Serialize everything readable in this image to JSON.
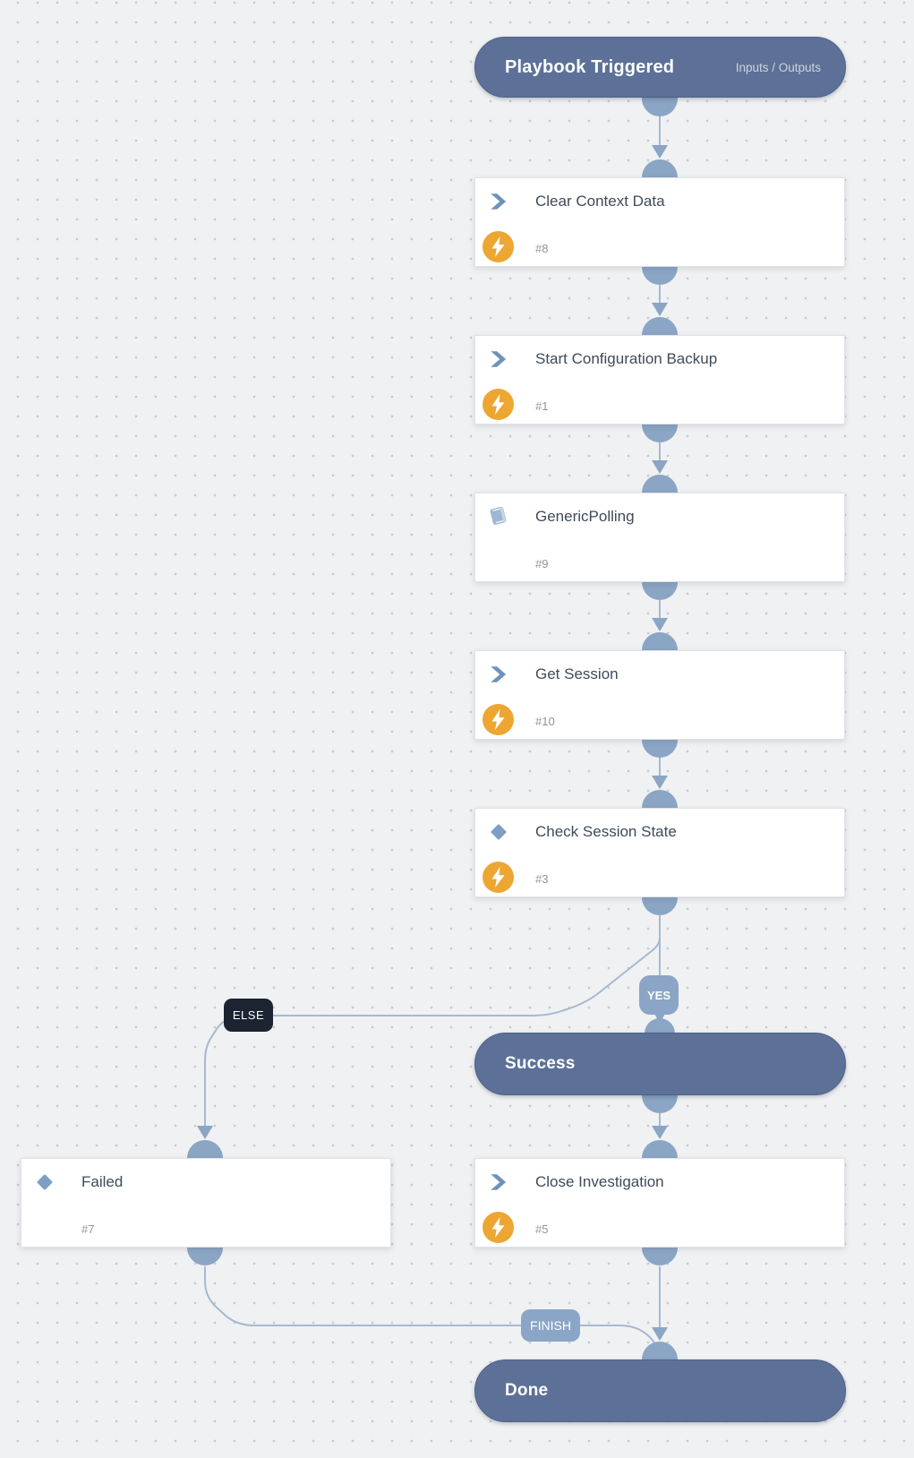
{
  "header": {
    "title": "Playbook Triggered",
    "right_label": "Inputs / Outputs"
  },
  "tasks": {
    "clear_context": {
      "title": "Clear Context Data",
      "num": "#8",
      "icon": "chevron-right-icon",
      "bolt": true
    },
    "start_backup": {
      "title": "Start Configuration Backup",
      "num": "#1",
      "icon": "chevron-right-icon",
      "bolt": true
    },
    "generic_polling": {
      "title": "GenericPolling",
      "num": "#9",
      "icon": "book-icon",
      "bolt": false
    },
    "get_session": {
      "title": "Get Session",
      "num": "#10",
      "icon": "chevron-right-icon",
      "bolt": true
    },
    "check_session": {
      "title": "Check Session State",
      "num": "#3",
      "icon": "diamond-icon",
      "bolt": true
    },
    "failed": {
      "title": "Failed",
      "num": "#7",
      "icon": "diamond-icon",
      "bolt": false
    },
    "close_investigation": {
      "title": "Close Investigation",
      "num": "#5",
      "icon": "chevron-right-icon",
      "bolt": true
    }
  },
  "terminals": {
    "success": "Success",
    "done": "Done"
  },
  "branch_labels": {
    "yes": "YES",
    "else": "ELSE",
    "finish": "FINISH"
  },
  "colors": {
    "pill_bg": "#5d7198",
    "connector": "#8ba5c5",
    "connector_line": "#a5b9d1",
    "else_label_bg": "#1b2430",
    "bolt_circle": "#eda632",
    "task_title": "#3e4b59",
    "task_number": "#8d949c",
    "canvas_bg": "#f0f1f2"
  }
}
